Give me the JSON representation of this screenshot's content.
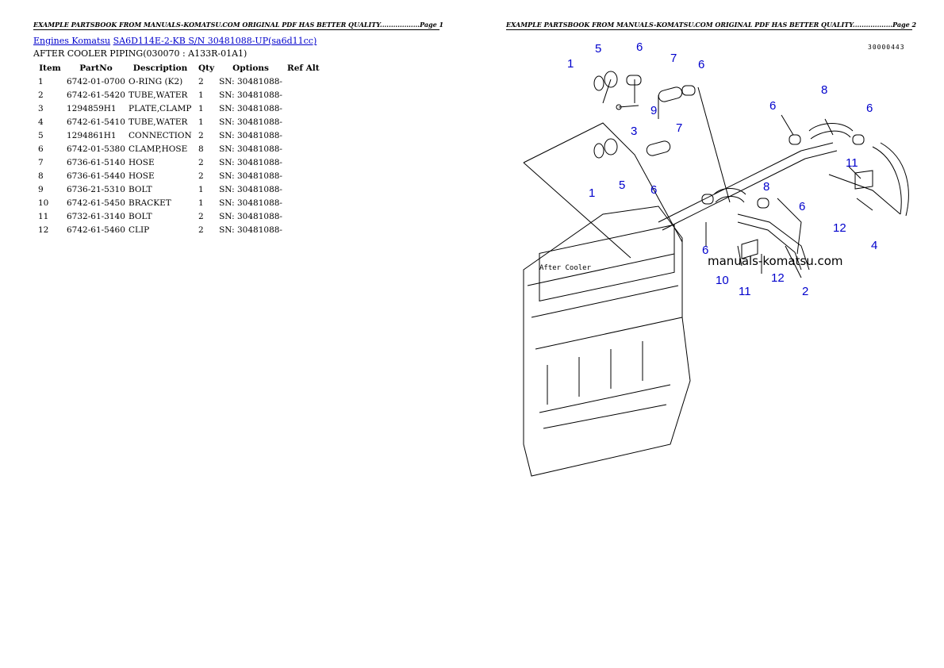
{
  "headers": {
    "page1": "EXAMPLE PARTSBOOK FROM MANUALS-KOMATSU.COM ORIGINAL PDF HAS BETTER QUALITY..................Page 1",
    "page2": "EXAMPLE PARTSBOOK FROM MANUALS-KOMATSU.COM ORIGINAL PDF HAS BETTER QUALITY..................Page 2"
  },
  "breadcrumb": {
    "link1": "Engines Komatsu",
    "link2": "SA6D114E-2-KB S/N 30481088-UP(sa6d11cc)"
  },
  "title": "AFTER COOLER PIPING(030070 : A133R-01A1)",
  "table": {
    "columns": [
      "Item",
      "PartNo",
      "Description",
      "Qty",
      "Options",
      "Ref Alt"
    ],
    "rows": [
      [
        "1",
        "6742-01-0700",
        "O-RING (K2)",
        "2",
        "SN: 30481088-",
        ""
      ],
      [
        "2",
        "6742-61-5420",
        "TUBE,WATER",
        "1",
        "SN: 30481088-",
        ""
      ],
      [
        "3",
        "1294859H1",
        "PLATE,CLAMP",
        "1",
        "SN: 30481088-",
        ""
      ],
      [
        "4",
        "6742-61-5410",
        "TUBE,WATER",
        "1",
        "SN: 30481088-",
        ""
      ],
      [
        "5",
        "1294861H1",
        "CONNECTION",
        "2",
        "SN: 30481088-",
        ""
      ],
      [
        "6",
        "6742-01-5380",
        "CLAMP,HOSE",
        "8",
        "SN: 30481088-",
        ""
      ],
      [
        "7",
        "6736-61-5140",
        "HOSE",
        "2",
        "SN: 30481088-",
        ""
      ],
      [
        "8",
        "6736-61-5440",
        "HOSE",
        "2",
        "SN: 30481088-",
        ""
      ],
      [
        "9",
        "6736-21-5310",
        "BOLT",
        "1",
        "SN: 30481088-",
        ""
      ],
      [
        "10",
        "6742-61-5450",
        "BRACKET",
        "1",
        "SN: 30481088-",
        ""
      ],
      [
        "11",
        "6732-61-3140",
        "BOLT",
        "2",
        "SN: 30481088-",
        ""
      ],
      [
        "12",
        "6742-61-5460",
        "CLIP",
        "2",
        "SN: 30481088-",
        ""
      ]
    ]
  },
  "diagram": {
    "code": "30000443",
    "watermark": "manuals-komatsu.com",
    "callouts": [
      "1",
      "5",
      "6",
      "7",
      "6",
      "9",
      "3",
      "7",
      "1",
      "5",
      "6",
      "6",
      "8",
      "6",
      "11",
      "8",
      "6",
      "12",
      "4",
      "6",
      "10",
      "11",
      "12",
      "2"
    ],
    "callout_color": "#0000cc"
  }
}
